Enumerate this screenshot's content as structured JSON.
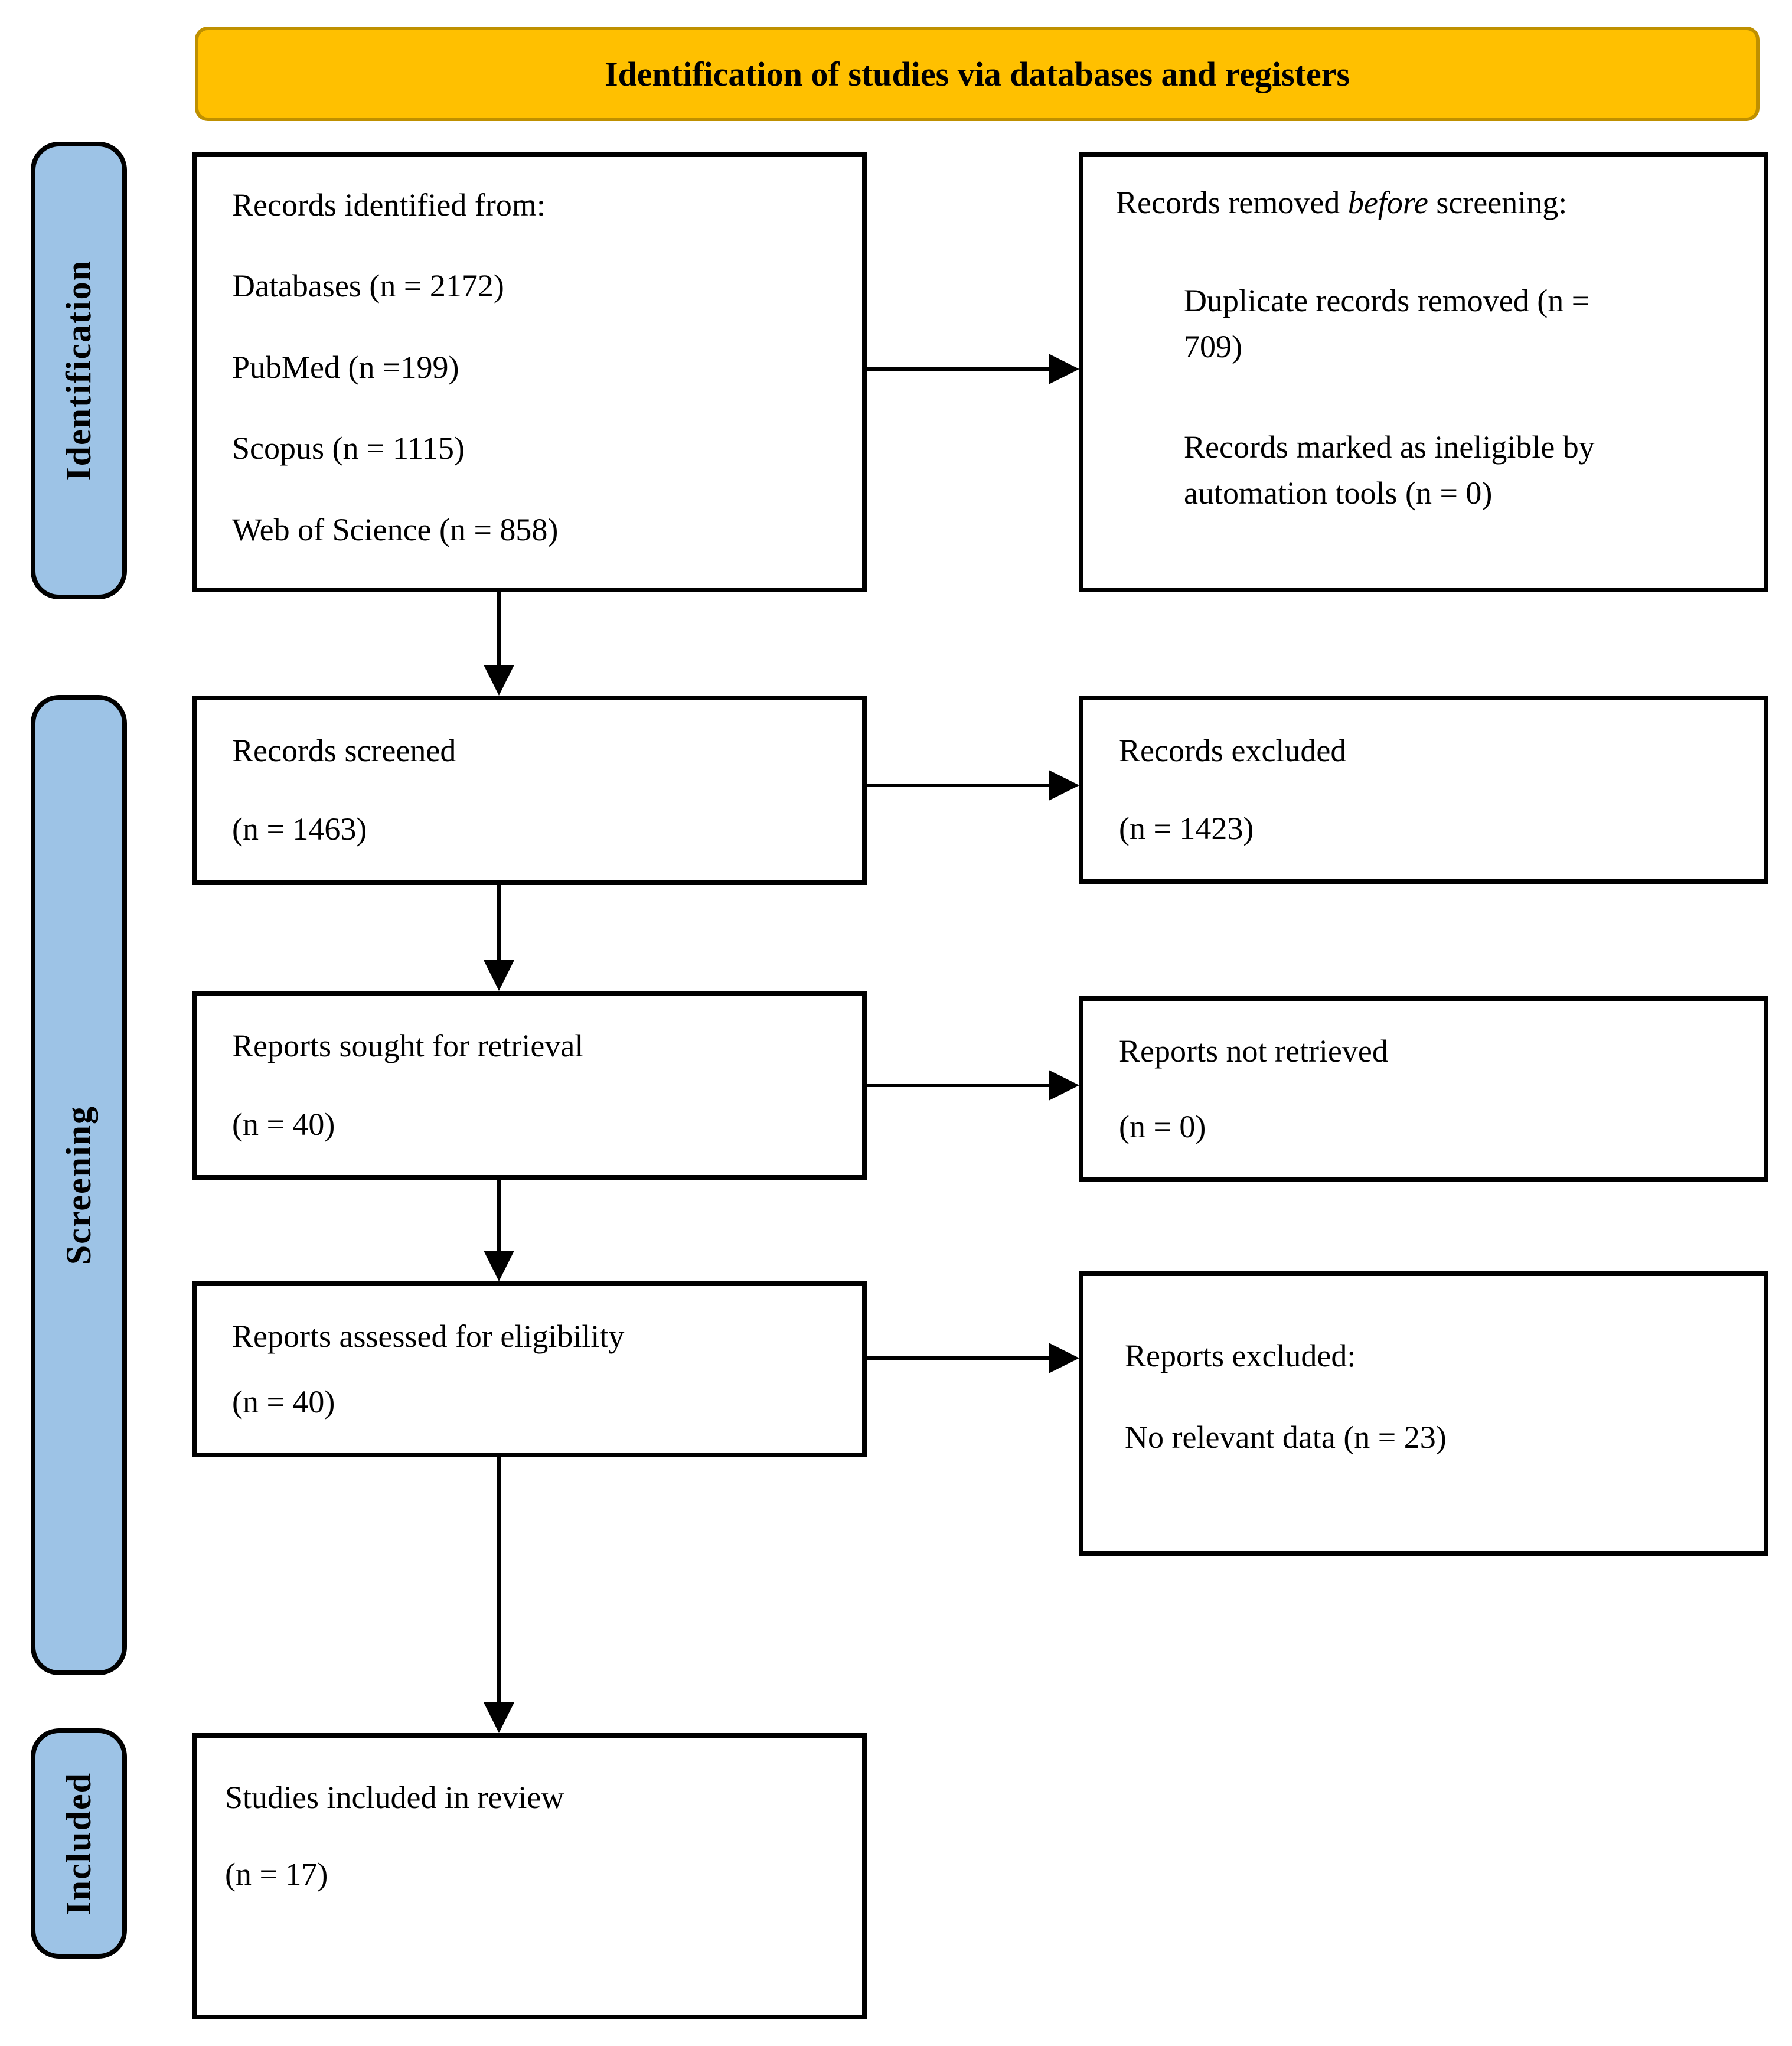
{
  "banner": {
    "title": "Identification of studies via databases and registers"
  },
  "sidebar": {
    "stages": [
      {
        "label": "Identification"
      },
      {
        "label": "Screening"
      },
      {
        "label": "Included"
      }
    ]
  },
  "boxes": {
    "identified": {
      "lines": [
        "Records identified from:",
        "Databases (n = 2172)",
        "PubMed (n =199)",
        "Scopus (n = 1115)",
        "Web of Science (n = 858)"
      ]
    },
    "removed": {
      "title_pre": "Records removed ",
      "title_italic": "before",
      "title_post": " screening:",
      "item1_line1": "Duplicate records removed (n =",
      "item1_line2": "709)",
      "item2_line1": "Records marked as ineligible by",
      "item2_line2": "automation tools (n = 0)"
    },
    "screened": {
      "label": "Records screened",
      "n": "(n = 1463)"
    },
    "excluded": {
      "label": "Records excluded",
      "n": "(n = 1423)"
    },
    "sought": {
      "label": "Reports sought for retrieval",
      "n": "(n = 40)"
    },
    "not_retrieved": {
      "label": "Reports not retrieved",
      "n": "(n = 0)"
    },
    "assessed": {
      "label": "Reports assessed for eligibility",
      "n": "(n = 40)"
    },
    "reports_excluded": {
      "title": "Reports excluded:",
      "reason": "No relevant data (n = 23)"
    },
    "included": {
      "label": "Studies included in review",
      "n": "(n = 17)"
    }
  },
  "colors": {
    "banner_fill": "#FFC000",
    "banner_border": "#BF9000",
    "stage_fill": "#9DC3E6",
    "box_border": "#000000",
    "arrow": "#000000"
  }
}
